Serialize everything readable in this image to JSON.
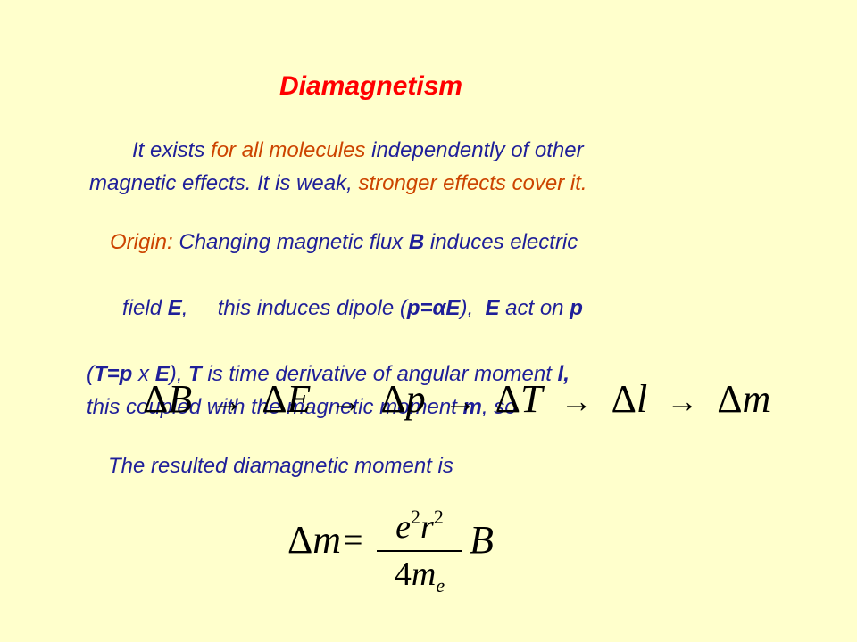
{
  "title": "Diamagnetism",
  "p1": {
    "a": "It exists ",
    "b": "for all molecules",
    "c": " independently of other",
    "d": "magnetic effects. It is weak, ",
    "e": "stronger effects cover it."
  },
  "p2": {
    "l1a": "Origin: ",
    "l1b": "Changing magnetic flux ",
    "l1c": "B",
    "l1d": " induces electric",
    "l2a": "field ",
    "l2b": "E",
    "l2c": ",     this induces dipole (",
    "l2d": "p=αE",
    "l2e": "),  ",
    "l2f": "E",
    "l2g": " act on ",
    "l2h": "p",
    "l3a": "(",
    "l3b": "T=p",
    "l3c": " x ",
    "l3d": "E",
    "l3e": "), ",
    "l3f": "T",
    "l3g": " is time derivative of angular moment ",
    "l3h": "l,",
    "l4a": "this coupled with the magnetic moment ",
    "l4b": "m",
    "l4c": ", so"
  },
  "chain": {
    "delta": "Δ",
    "arrow": "→",
    "v1": "B",
    "v2": "E",
    "v3": "p",
    "v4": "T",
    "v5": "l",
    "v6": "m"
  },
  "p3": "The resulted diamagnetic moment is",
  "formula": {
    "delta": "Δ",
    "lhs": "m",
    "eq": "=",
    "num_e": "e",
    "num_e_exp": "2",
    "num_r": "r",
    "num_r_exp": "2",
    "den_coef": "4",
    "den_m": "m",
    "den_sub": "e",
    "rhs": "B"
  }
}
